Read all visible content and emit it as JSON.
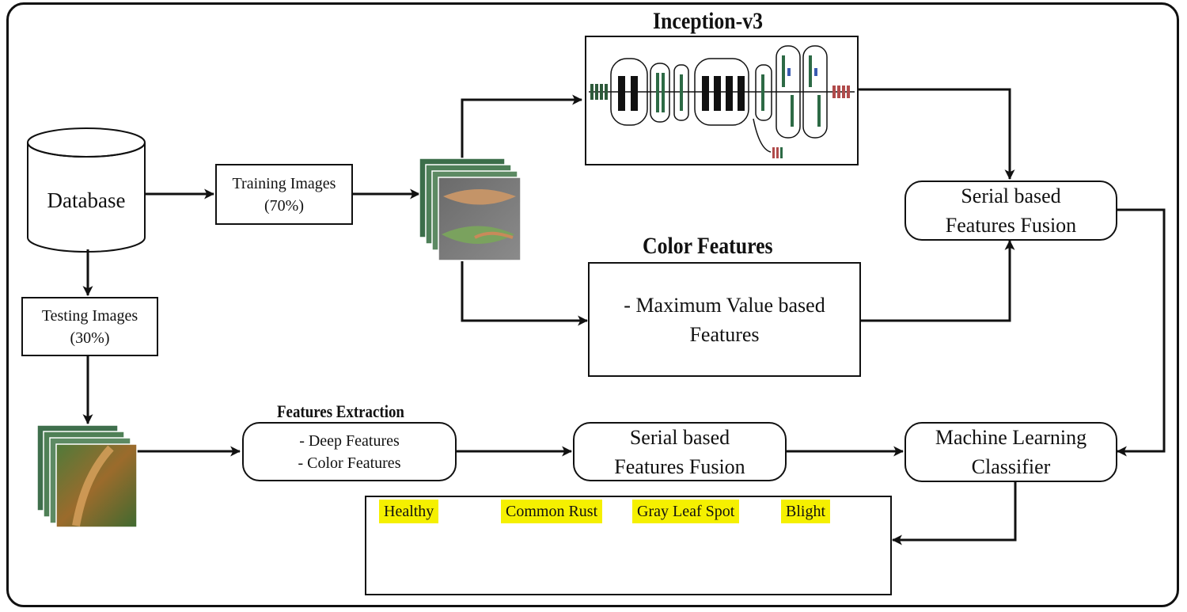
{
  "titles": {
    "inception": "Inception-v3",
    "color_features": "Color Features",
    "features_extraction": "Features Extraction"
  },
  "database": {
    "label": "Database"
  },
  "training": {
    "line1": "Training Images",
    "line2": "(70%)"
  },
  "testing": {
    "line1": "Testing Images",
    "line2": "(30%)"
  },
  "color_box": {
    "line1": "- Maximum Value based",
    "line2": "Features"
  },
  "fusion_top": {
    "line1": "Serial based",
    "line2": "Features Fusion"
  },
  "extraction_box": {
    "line1": "- Deep Features",
    "line2": "- Color Features"
  },
  "fusion_bottom": {
    "line1": "Serial based",
    "line2": "Features Fusion"
  },
  "classifier": {
    "line1": "Machine Learning",
    "line2": "Classifier"
  },
  "classes": [
    "Healthy",
    "Common Rust",
    "Gray Leaf Spot",
    "Blight"
  ],
  "colors": {
    "line": "#111111",
    "tag": "#f5f000",
    "leaf_green": "#2f6b3e",
    "rust": "#c0622a"
  }
}
